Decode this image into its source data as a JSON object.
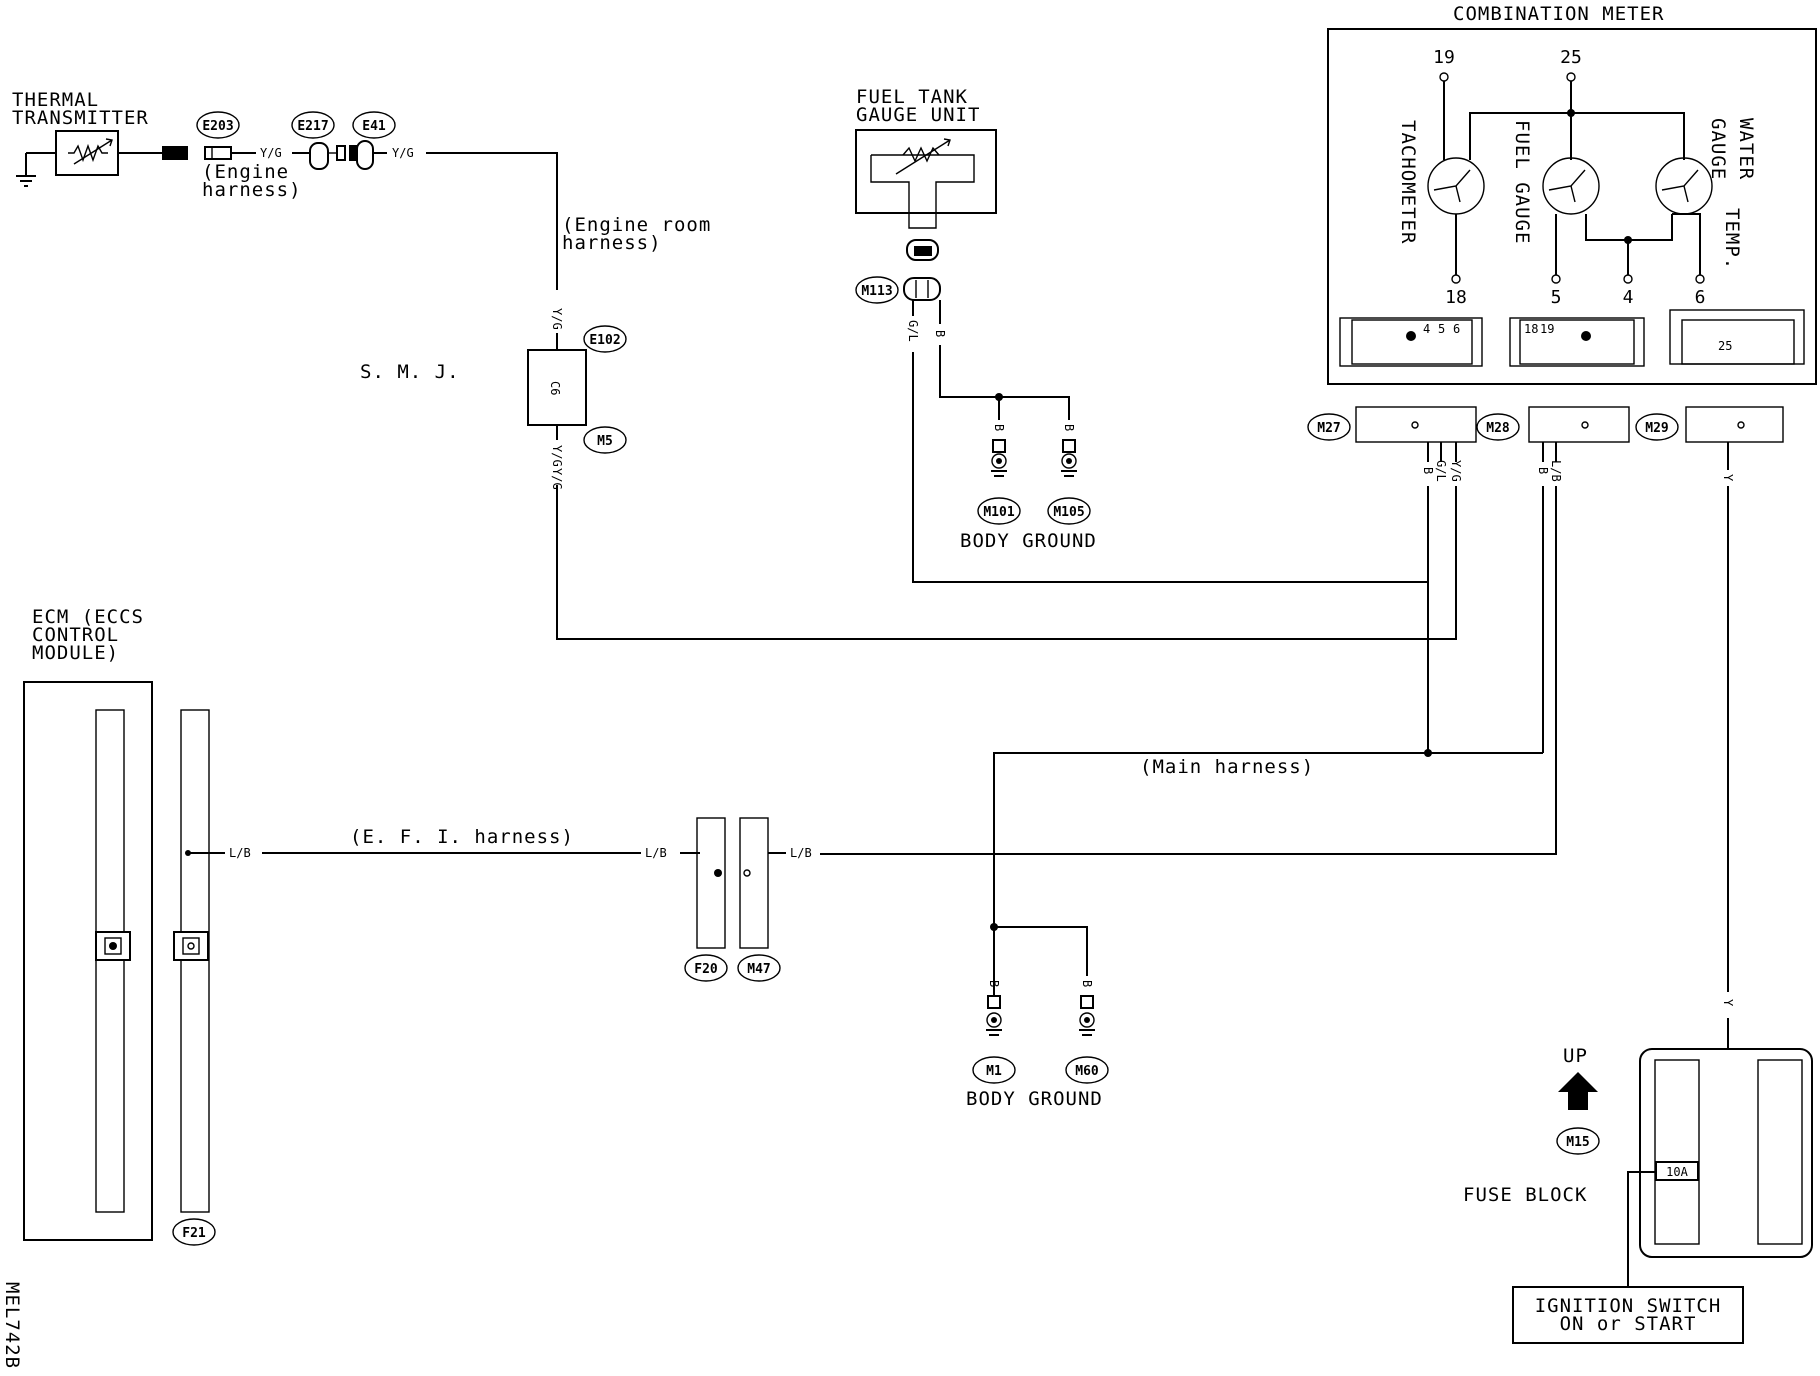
{
  "figure_id": "MEL742B",
  "components": {
    "thermal_transmitter": "THERMAL\nTRANSMITTER",
    "fuel_tank_gauge_unit": "FUEL TANK\nGAUGE UNIT",
    "combination_meter": "COMBINATION METER",
    "ecm": "ECM (ECCS\nCONTROL\nMODULE)",
    "smj": "S. M. J.",
    "fuse_block": "FUSE BLOCK",
    "ignition_switch": "IGNITION SWITCH\nON or START",
    "up_label": "UP",
    "fuse_rating": "10A"
  },
  "gauges": {
    "tachometer": "TACHOMETER",
    "fuel_gauge": "FUEL GAUGE",
    "water_temp_gauge": "WATER\nTEMP.\nGAUGE"
  },
  "meter_terminals": [
    "19",
    "25",
    "18",
    "5",
    "4",
    "6"
  ],
  "meter_connector_pins": {
    "left": [
      "4",
      "5",
      "6"
    ],
    "middle": [
      "18",
      "19"
    ],
    "right": [
      "25"
    ]
  },
  "harness_labels": {
    "engine_harness": "(Engine\nharness)",
    "engine_room_harness": "(Engine room\nharness)",
    "main_harness": "(Main harness)",
    "efi_harness": "(E. F. I.  harness)"
  },
  "body_ground_label": "BODY GROUND",
  "connectors": [
    "E203",
    "E217",
    "E41",
    "E102",
    "M5",
    "M113",
    "M101",
    "M105",
    "M27",
    "M28",
    "M29",
    "F20",
    "M47",
    "M1",
    "M60",
    "M15",
    "F21"
  ],
  "smj_pin": "C6",
  "wire_colors": {
    "yg": "Y/G",
    "gl": "G/L",
    "b": "B",
    "lb": "L/B",
    "y": "Y"
  }
}
